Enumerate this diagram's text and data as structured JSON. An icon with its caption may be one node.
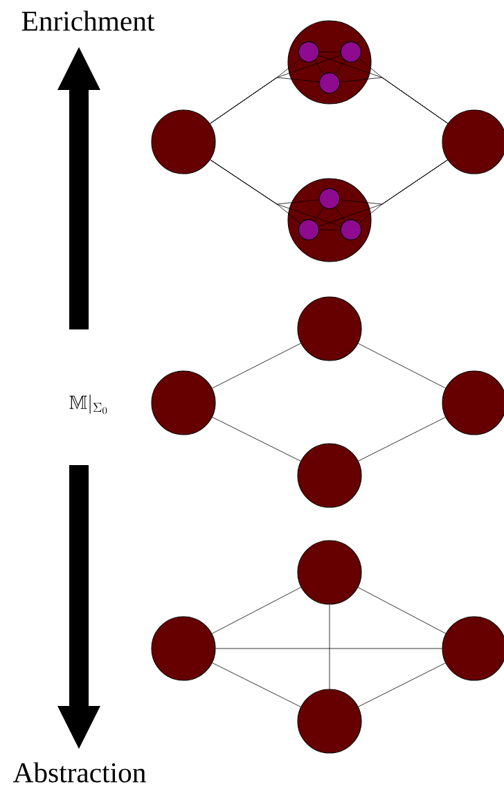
{
  "diagram": {
    "nodes": [
      {
        "text": [],
        "shape": "circle"
      },
      {
        "text": [],
        "shape": "circle"
      },
      {
        "text": [],
        "shape": "circle",
        "in": 1
      },
      {
        "text": [],
        "shape": "circle",
        "in": 1
      },
      {
        "text": [],
        "shape": "circle",
        "in": 1
      },
      {
        "text": [],
        "shape": "circle"
      },
      {
        "text": [],
        "shape": "circle",
        "in": 5
      },
      {
        "text": [],
        "shape": "circle",
        "in": 5
      },
      {
        "text": [],
        "shape": "circle",
        "in": 5
      },
      {
        "text": [],
        "shape": "circle"
      },
      {
        "text": [],
        "shape": "circle"
      },
      {
        "text": [],
        "shape": "circle"
      },
      {
        "text": [],
        "shape": "circle"
      },
      {
        "text": [],
        "shape": "circle"
      },
      {
        "text": [],
        "shape": "circle"
      },
      {
        "text": [],
        "shape": "circle"
      },
      {
        "text": [],
        "shape": "circle"
      },
      {
        "text": [],
        "shape": "circle"
      }
    ],
    "edges": [
      {
        "from": 0,
        "to": 2,
        "arrow": "none"
      },
      {
        "from": 0,
        "to": 3,
        "arrow": "none"
      },
      {
        "from": 0,
        "to": 4,
        "arrow": "none"
      },
      {
        "from": 9,
        "to": 2,
        "arrow": "none"
      },
      {
        "from": 9,
        "to": 3,
        "arrow": "none"
      },
      {
        "from": 9,
        "to": 4,
        "arrow": "none"
      },
      {
        "from": 2,
        "to": 3,
        "arrow": "none"
      },
      {
        "from": 3,
        "to": 4,
        "arrow": "none"
      },
      {
        "from": 2,
        "to": 4,
        "arrow": "none"
      },
      {
        "from": 0,
        "to": 6,
        "arrow": "none"
      },
      {
        "from": 0,
        "to": 7,
        "arrow": "none"
      },
      {
        "from": 0,
        "to": 8,
        "arrow": "none"
      },
      {
        "from": 9,
        "to": 6,
        "arrow": "none"
      },
      {
        "from": 9,
        "to": 7,
        "arrow": "none"
      },
      {
        "from": 9,
        "to": 8,
        "arrow": "none"
      },
      {
        "from": 6,
        "to": 7,
        "arrow": "none"
      },
      {
        "from": 7,
        "to": 8,
        "arrow": "none"
      },
      {
        "from": 6,
        "to": 8,
        "arrow": "none"
      },
      {
        "from": 10,
        "to": 11,
        "arrow": "none"
      },
      {
        "from": 11,
        "to": 13,
        "arrow": "none"
      },
      {
        "from": 10,
        "to": 12,
        "arrow": "none"
      },
      {
        "from": 12,
        "to": 13,
        "arrow": "none"
      },
      {
        "from": 14,
        "to": 15,
        "arrow": "none"
      },
      {
        "from": 15,
        "to": 17,
        "arrow": "none"
      },
      {
        "from": 14,
        "to": 16,
        "arrow": "none"
      },
      {
        "from": 16,
        "to": 17,
        "arrow": "none"
      },
      {
        "from": 14,
        "to": 17,
        "arrow": "none"
      },
      {
        "from": 15,
        "to": 16,
        "arrow": "none"
      }
    ],
    "labels": [
      "Enrichment",
      "\\mathbb{M}|_{\\Sigma_0}",
      "Abstraction"
    ]
  }
}
